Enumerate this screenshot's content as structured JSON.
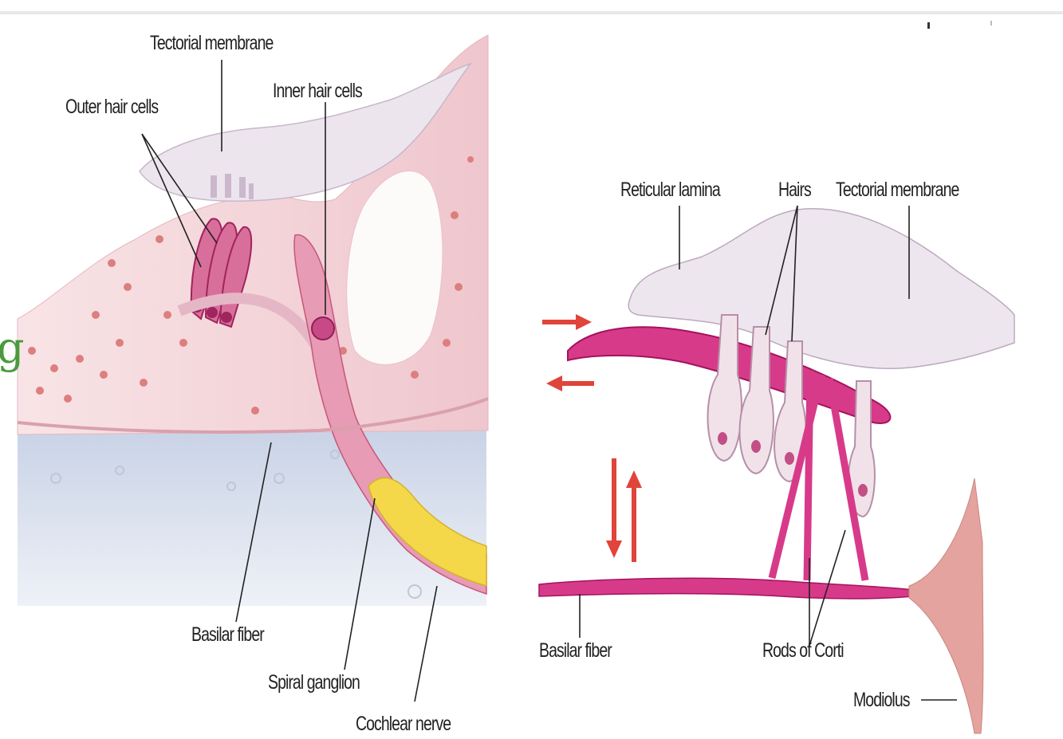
{
  "diagram": {
    "left_panel": {
      "labels": {
        "tectorial_membrane": "Tectorial membrane",
        "outer_hair_cells": "Outer hair cells",
        "inner_hair_cells": "Inner hair cells",
        "basilar_fiber": "Basilar fiber",
        "spiral_ganglion": "Spiral ganglion",
        "cochlear_nerve": "Cochlear nerve"
      }
    },
    "right_panel": {
      "labels": {
        "reticular_lamina": "Reticular lamina",
        "hairs": "Hairs",
        "tectorial_membrane": "Tectorial membrane",
        "basilar_fiber": "Basilar fiber",
        "rods_of_corti": "Rods of Corti",
        "modiolus": "Modiolus"
      }
    },
    "edge_glyph": "g",
    "colors": {
      "tissue_pink": "#f3d3d8",
      "hair_cell_magenta": "#d6337e",
      "membrane_lavender": "#ece3ec",
      "fluid_blue": "#d7deeb",
      "nerve_yellow": "#f5dc4a",
      "arrow_red": "#e0443a",
      "modiolus": "#e4a39e"
    }
  }
}
